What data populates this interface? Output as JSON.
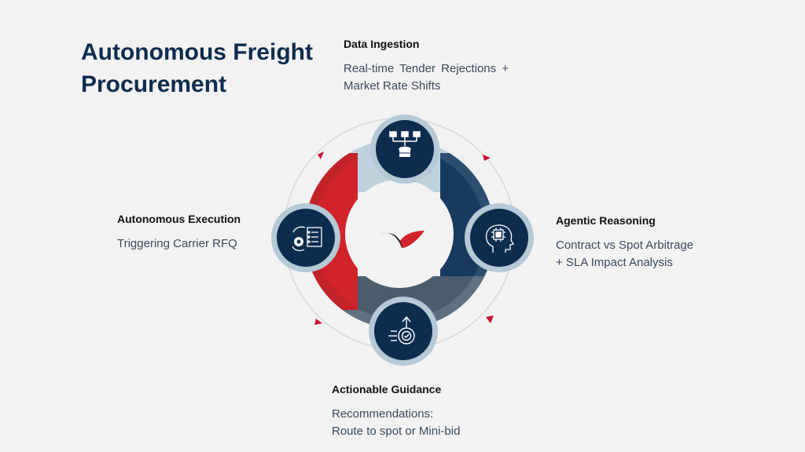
{
  "title": {
    "line1": "Autonomous Freight",
    "line2": "Procurement"
  },
  "steps": {
    "ingestion": {
      "heading": "Data Ingestion",
      "line1": "Real-time Tender Rejections +",
      "line2": "Market Rate Shifts",
      "icon": "data-hierarchy-database-icon",
      "color": "#bed2de"
    },
    "reasoning": {
      "heading": "Agentic Reasoning",
      "line1": "Contract vs Spot Arbitrage",
      "line2": "+ SLA Impact Analysis",
      "icon": "ai-chip-head-icon",
      "color": "#173a5e"
    },
    "guidance": {
      "heading": "Actionable Guidance",
      "line1": "Recommendations:",
      "line2": "Route to spot or Mini-bid",
      "icon": "gear-check-upload-icon",
      "color": "#4b5d6a"
    },
    "execution": {
      "heading": "Autonomous Execution",
      "line1": "Triggering Carrier RFQ",
      "icon": "gear-document-checklist-icon",
      "color": "#d1232a"
    }
  },
  "center": {
    "icon": "red-wing-logo-icon"
  },
  "colors": {
    "navy": "#0d2c4e",
    "ring": "#b5c9d6",
    "arrow": "#c8102e"
  }
}
